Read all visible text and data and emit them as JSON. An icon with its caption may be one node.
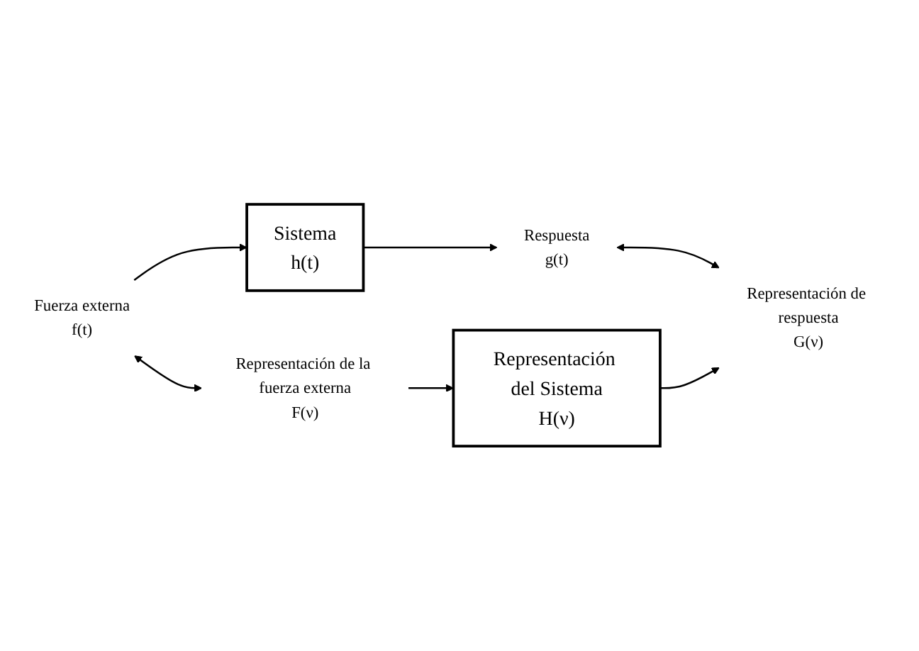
{
  "diagram": {
    "nodes": [
      {
        "text": [
          "Fuerza externa",
          "f(t)"
        ]
      },
      {
        "text": [
          "Sistema",
          "h(t)"
        ]
      },
      {
        "text": [
          "Respuesta",
          "g(t)"
        ]
      },
      {
        "text": [
          "Representación de la fuerza externa",
          "F(ν)"
        ]
      },
      {
        "text": [
          "Representación del Sistema",
          "H(ν)"
        ]
      },
      {
        "text": [
          "Representación de respuesta",
          "G(ν)"
        ]
      }
    ],
    "edges": [
      {
        "from": 0,
        "to": 1,
        "arrow": "to"
      },
      {
        "from": 1,
        "to": 2,
        "arrow": "to"
      },
      {
        "from": 0,
        "to": 3,
        "arrow": "both"
      },
      {
        "from": 2,
        "to": 5,
        "arrow": "both"
      },
      {
        "from": 3,
        "to": 4,
        "arrow": "to"
      },
      {
        "from": 4,
        "to": 5,
        "arrow": "to"
      }
    ]
  }
}
